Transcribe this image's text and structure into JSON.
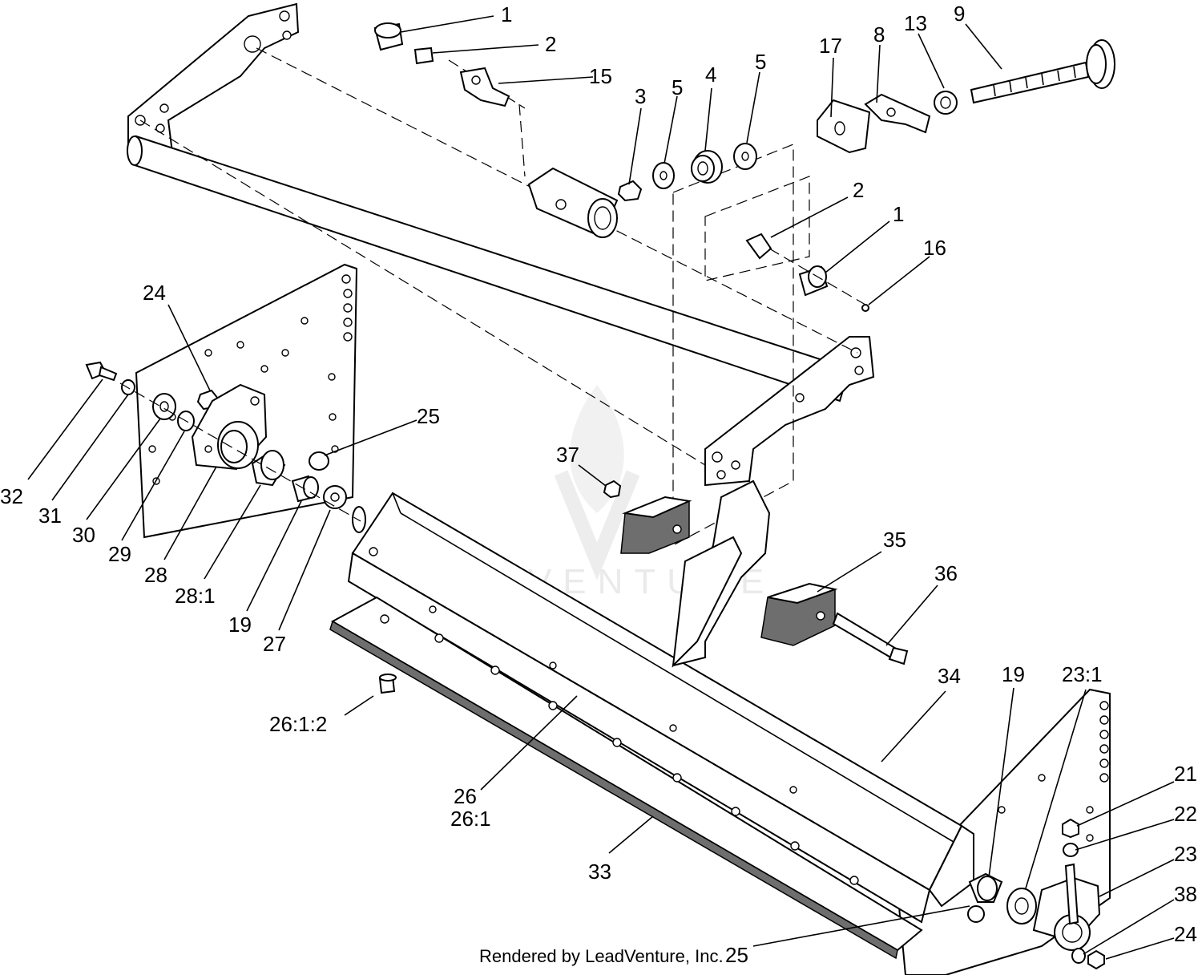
{
  "diagram": {
    "watermark": "LEADVENTURE",
    "credit": "Rendered by LeadVenture, Inc.",
    "callouts": [
      {
        "id": "c1a",
        "label": "1"
      },
      {
        "id": "c2a",
        "label": "2"
      },
      {
        "id": "c15",
        "label": "15"
      },
      {
        "id": "c3",
        "label": "3"
      },
      {
        "id": "c5a",
        "label": "5"
      },
      {
        "id": "c4",
        "label": "4"
      },
      {
        "id": "c5b",
        "label": "5"
      },
      {
        "id": "c17",
        "label": "17"
      },
      {
        "id": "c8",
        "label": "8"
      },
      {
        "id": "c13",
        "label": "13"
      },
      {
        "id": "c9",
        "label": "9"
      },
      {
        "id": "c2b",
        "label": "2"
      },
      {
        "id": "c1b",
        "label": "1"
      },
      {
        "id": "c16",
        "label": "16"
      },
      {
        "id": "c24a",
        "label": "24"
      },
      {
        "id": "c25a",
        "label": "25"
      },
      {
        "id": "c32",
        "label": "32"
      },
      {
        "id": "c31",
        "label": "31"
      },
      {
        "id": "c30",
        "label": "30"
      },
      {
        "id": "c29",
        "label": "29"
      },
      {
        "id": "c28",
        "label": "28"
      },
      {
        "id": "c28_1",
        "label": "28:1"
      },
      {
        "id": "c19a",
        "label": "19"
      },
      {
        "id": "c27",
        "label": "27"
      },
      {
        "id": "c37",
        "label": "37"
      },
      {
        "id": "c35",
        "label": "35"
      },
      {
        "id": "c36",
        "label": "36"
      },
      {
        "id": "c26_1_2",
        "label": "26:1:2"
      },
      {
        "id": "c34",
        "label": "34"
      },
      {
        "id": "c19b",
        "label": "19"
      },
      {
        "id": "c23_1",
        "label": "23:1"
      },
      {
        "id": "c26",
        "label": "26"
      },
      {
        "id": "c26_1",
        "label": "26:1"
      },
      {
        "id": "c33",
        "label": "33"
      },
      {
        "id": "c21",
        "label": "21"
      },
      {
        "id": "c22",
        "label": "22"
      },
      {
        "id": "c23",
        "label": "23"
      },
      {
        "id": "c38",
        "label": "38"
      },
      {
        "id": "c24b",
        "label": "24"
      },
      {
        "id": "c25b",
        "label": "25"
      }
    ]
  }
}
